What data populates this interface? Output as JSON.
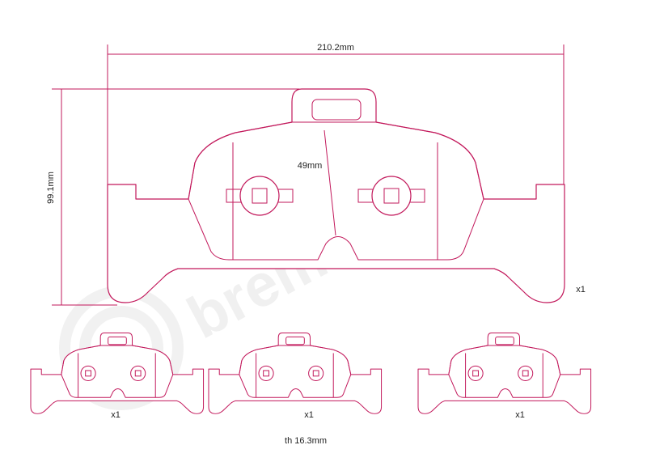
{
  "colors": {
    "line": "#c2185b",
    "text": "#222222",
    "watermark": "#f0f0f0"
  },
  "watermark": {
    "text": "brembo"
  },
  "dimensions": {
    "width_label": "210.2mm",
    "height_label": "99.1mm",
    "center_label": "49mm",
    "thickness_label": "th 16.3mm"
  },
  "quantities": {
    "main": "x1",
    "small_left": "x1",
    "small_middle": "x1",
    "small_right": "x1"
  }
}
